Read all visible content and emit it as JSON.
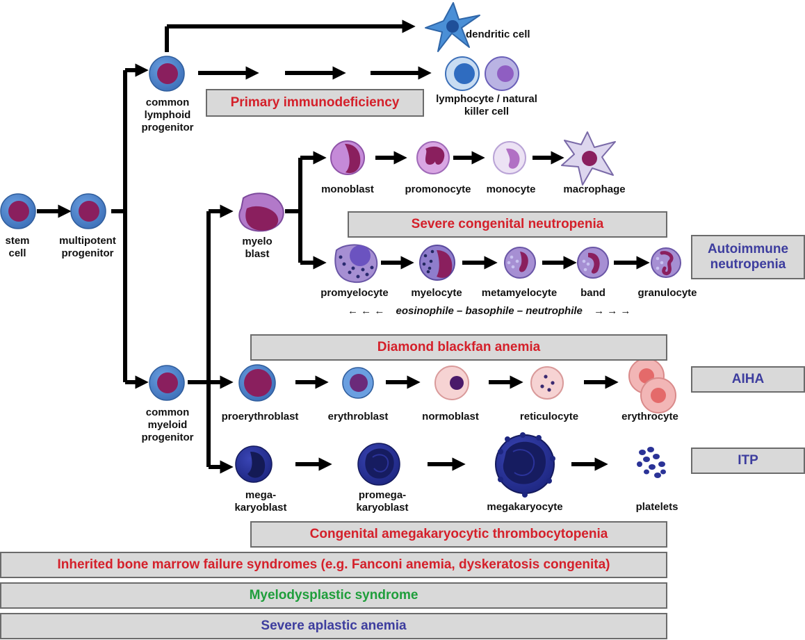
{
  "cells": {
    "stem": "stem\ncell",
    "multipotent": "multipotent\nprogenitor",
    "clp": "common\nlymphoid\nprogenitor",
    "cmp": "common\nmyeloid\nprogenitor",
    "dendritic": "dendritic cell",
    "lymphocyte": "lymphocyte / natural\nkiller cell",
    "myeloblast": "myelo\nblast",
    "monoblast": "monoblast",
    "promonocyte": "promonocyte",
    "monocyte": "monocyte",
    "macrophage": "macrophage",
    "promyelocyte": "promyelocyte",
    "myelocyte": "myelocyte",
    "metamyelocyte": "metamyelocyte",
    "band": "band",
    "granulocyte": "granulocyte",
    "proerythroblast": "proerythroblast",
    "erythroblast": "erythroblast",
    "normoblast": "normoblast",
    "reticulocyte": "reticulocyte",
    "erythrocyte": "erythrocyte",
    "megakaryoblast": "mega-\nkaryoblast",
    "promegakaryoblast": "promega-\nkaryoblast",
    "megakaryocyte": "megakaryocyte",
    "platelets": "platelets"
  },
  "lineage": {
    "left_arrows": "← ← ←",
    "text": "eosinophile – basophile – neutrophile",
    "right_arrows": "→ → →"
  },
  "disorders": {
    "primary_immunodeficiency": "Primary immunodeficiency",
    "severe_congenital_neutropenia": "Severe congenital neutropenia",
    "autoimmune_neutropenia": "Autoimmune\nneutropenia",
    "diamond_blackfan": "Diamond blackfan anemia",
    "aiha": "AIHA",
    "itp": "ITP",
    "camt": "Congenital amegakaryocytic thrombocytopenia",
    "ibmfs": "Inherited bone marrow failure syndromes (e.g. Fanconi anemia, dyskeratosis congenita)",
    "mds": "Myelodysplastic syndrome",
    "saa": "Severe aplastic anemia"
  },
  "colors": {
    "disorder_red": "#d4202a",
    "disorder_blue": "#3d3d9e",
    "disorder_green": "#1f9e3b",
    "box_fill": "#d9d9d9",
    "progenitor_ring": "#5b8fd0",
    "progenitor_nucleus": "#8a1f5e"
  }
}
